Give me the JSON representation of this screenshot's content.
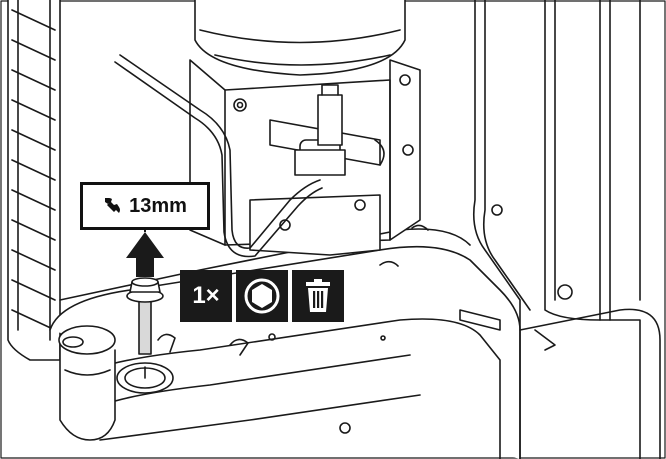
{
  "wrench_label": {
    "icon": "wrench-icon",
    "text": "13mm"
  },
  "badges": [
    {
      "name": "quantity-badge",
      "text": "1×"
    },
    {
      "name": "hex-bolt-badge",
      "icon": "hex-bolt-icon"
    },
    {
      "name": "discard-badge",
      "icon": "trash-icon"
    }
  ],
  "colors": {
    "line": "#1a1a1a",
    "fill": "#ffffff",
    "shade": "#d9d9d9",
    "badge": "#1a1a1a"
  }
}
